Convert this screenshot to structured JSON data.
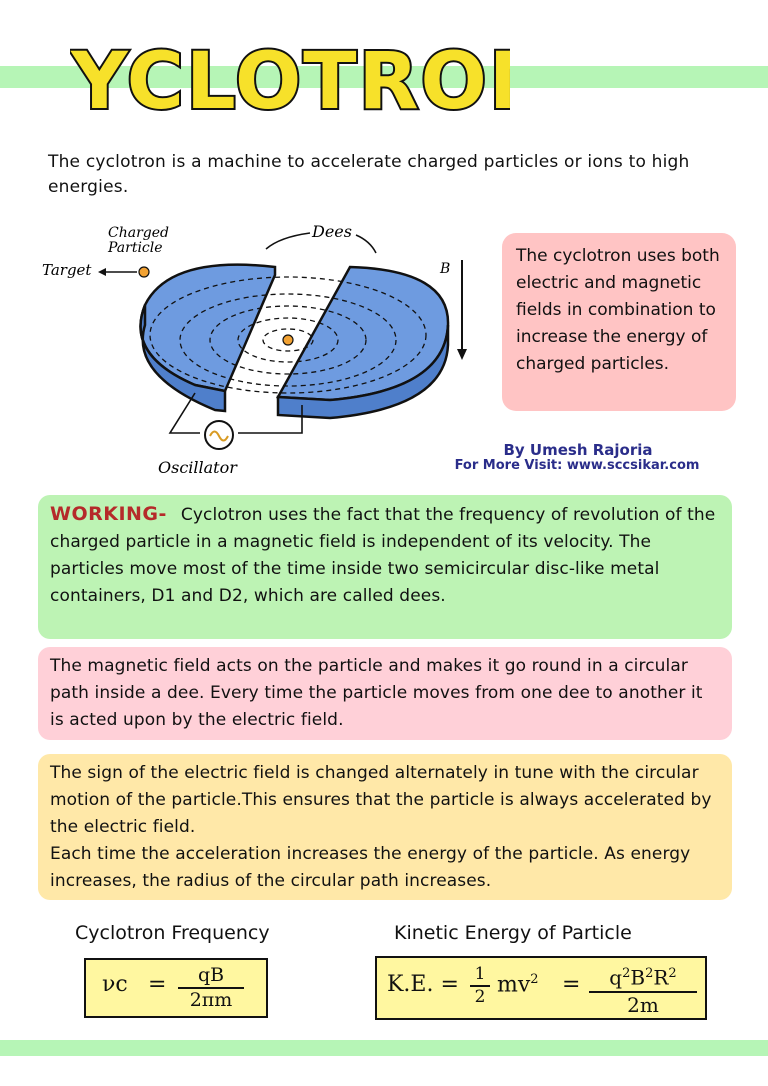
{
  "title": "CYCLOTRON",
  "intro": "The cyclotron is a machine to accelerate charged particles or ions to high energies.",
  "diagram": {
    "charged_label_1": "Charged",
    "charged_label_2": "Particle",
    "target_label": "Target",
    "dees_label": "Dees",
    "b_label": "B",
    "oscillator_label": "Oscillator"
  },
  "side_note": "The cyclotron uses both electric and magnetic fields in combination to increase the energy of charged particles.",
  "credit": {
    "author": "By Umesh Rajoria",
    "visit": "For More Visit: www.sccsikar.com"
  },
  "working": {
    "heading": "WORKING-",
    "text": "Cyclotron uses the fact that the frequency of revolution of the charged particle in a magnetic field is independent of its velocity. The particles move most of the time inside two semicircular disc-like metal containers, D1 and D2, which are called dees."
  },
  "magnetic_text": "The magnetic field acts on the particle and makes it go round in a circular path inside a dee. Every time the particle moves from one dee to another it is acted upon by the electric field.",
  "sign_text_1": "The sign of the electric field is changed alternately in tune with the circular motion of the particle.This ensures that the particle is always accelerated by the electric field.",
  "sign_text_2": "Each time the acceleration increases the energy of the particle. As energy increases, the radius of the circular path increases.",
  "formulas": {
    "freq_label": "Cyclotron Frequency",
    "freq_lhs": "νc",
    "freq_eq": "=",
    "freq_num": "qB",
    "freq_den": "2πm",
    "ke_label": "Kinetic Energy of Particle",
    "ke_lhs": "K.E. =",
    "ke_half_num": "1",
    "ke_half_den": "2",
    "ke_mv": "mv",
    "ke_mv_sup": "2",
    "ke_eq": "=",
    "ke_num_q": "q",
    "ke_num_B": "B",
    "ke_num_R": "R",
    "ke_sup": "2",
    "ke_den": "2m"
  },
  "colors": {
    "band": "#b6f5b6",
    "title_fill": "#f7e12a",
    "dee_blue": "#6e9be0",
    "side_note_bg": "#ffc4c4",
    "working_bg": "#bdf3b4",
    "magnetic_bg": "#ffd0d8",
    "sign_bg": "#ffe8a8",
    "formula_bg": "#fff7a0"
  }
}
